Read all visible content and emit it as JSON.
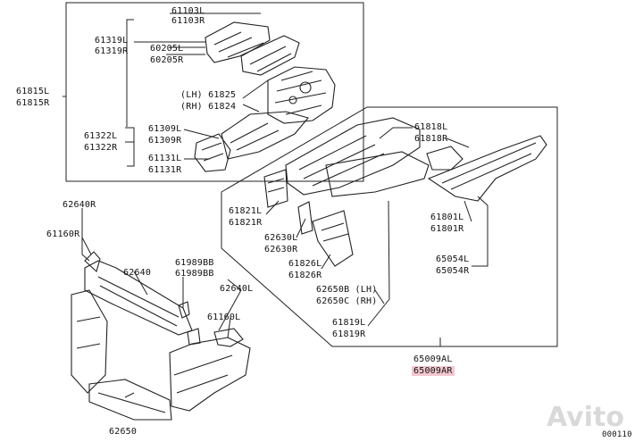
{
  "labels": {
    "l61103l": "61103L",
    "l61103r": "61103R",
    "l61319l": "61319L",
    "l61319r": "61319R",
    "l60205l": "60205L",
    "l60205r": "60205R",
    "l61815l": "61815L",
    "l61815r": "61815R",
    "l61825": "(LH) 61825",
    "l61824": "(RH) 61824",
    "l61322l": "61322L",
    "l61322r": "61322R",
    "l61309l": "61309L",
    "l61309r": "61309R",
    "l61131l": "61131L",
    "l61131r": "61131R",
    "l61818l": "61818L",
    "l61818r": "61818R",
    "l61821l": "61821L",
    "l61821r": "61821R",
    "l62630l": "62630L",
    "l62630r": "62630R",
    "l61826l": "61826L",
    "l61826r": "61826R",
    "l62650b": "62650B (LH)",
    "l62650c": "62650C (RH)",
    "l61819l": "61819L",
    "l61819r": "61819R",
    "l61801l": "61801L",
    "l61801r": "61801R",
    "l65054l": "65054L",
    "l65054r": "65054R",
    "l65009al": "65009AL",
    "l65009ar": "65009AR",
    "l62640r": "62640R",
    "l61160r": "61160R",
    "l61989bb_a": "61989BB",
    "l62640": "62640",
    "l61989bb_b": "61989BB",
    "l62640l": "62640L",
    "l61160l": "61160L",
    "l62650": "62650"
  },
  "footer": {
    "code": "000110"
  },
  "watermark": {
    "text": "Avito"
  },
  "colors": {
    "line": "#222222",
    "highlight": "#f3c7cf",
    "watermark": "#d9d9d9"
  }
}
